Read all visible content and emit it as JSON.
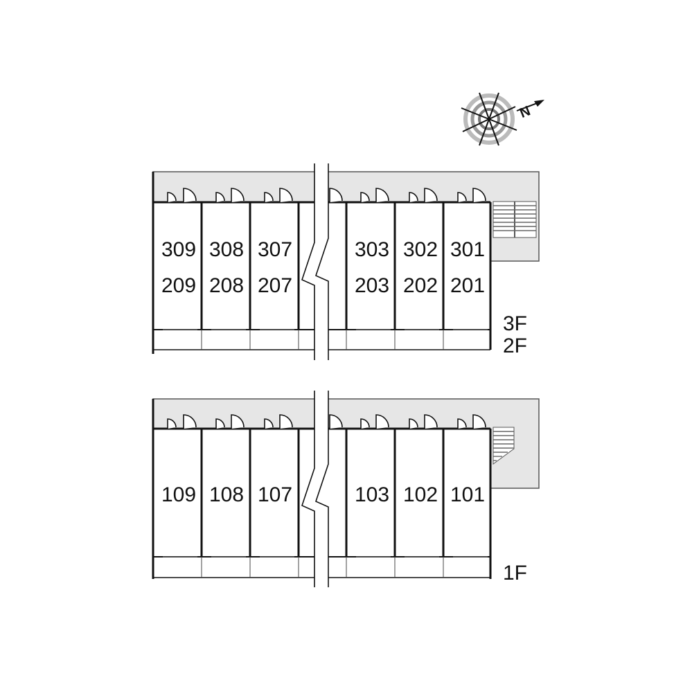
{
  "compass": {
    "north_label": "N",
    "icon": "compass-rose-icon"
  },
  "upper_block": {
    "floor_labels": [
      "3F",
      "2F"
    ],
    "units_top_row": [
      "309",
      "308",
      "307",
      "303",
      "302",
      "301"
    ],
    "units_bottom_row": [
      "209",
      "208",
      "207",
      "203",
      "202",
      "201"
    ]
  },
  "lower_block": {
    "floor_labels": [
      "1F"
    ],
    "units": [
      "109",
      "108",
      "107",
      "103",
      "102",
      "101"
    ]
  },
  "colors": {
    "corridor": "#e6e6e6",
    "wall": "#111111",
    "background": "#ffffff"
  }
}
